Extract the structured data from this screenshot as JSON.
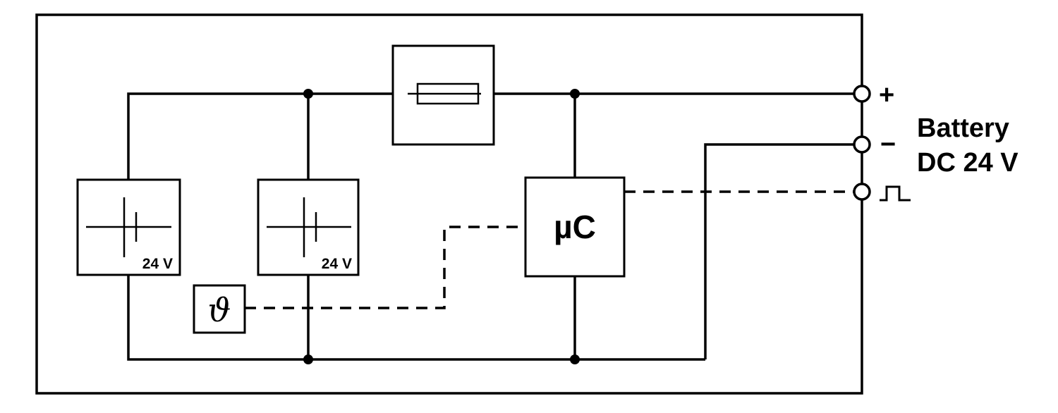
{
  "diagram": {
    "batteries": {
      "left": {
        "voltage": "24 V"
      },
      "right": {
        "voltage": "24 V"
      }
    },
    "temperature_sensor": {
      "symbol": "ϑ"
    },
    "controller": {
      "label": "µC"
    },
    "terminals": {
      "plus": {
        "label": "+"
      },
      "minus": {
        "label": "−"
      },
      "signal": {
        "icon": "square-wave"
      }
    },
    "caption": {
      "line1": "Battery",
      "line2": "DC 24 V"
    },
    "colors": {
      "line": "#000000",
      "background": "#ffffff"
    }
  }
}
